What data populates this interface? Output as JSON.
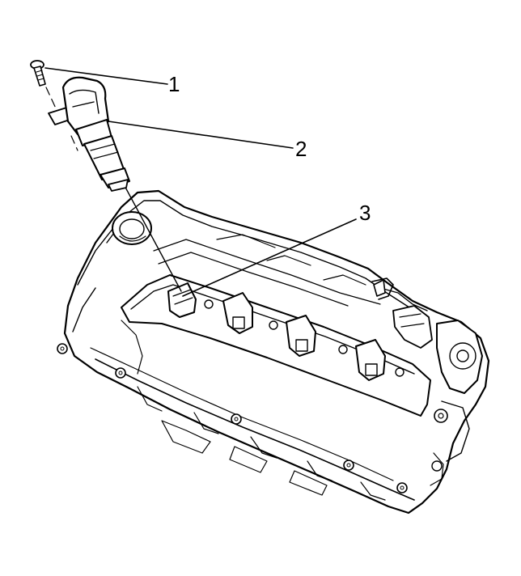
{
  "callouts": [
    {
      "number": "1",
      "part": "bolt"
    },
    {
      "number": "2",
      "part": "ignition-coil"
    },
    {
      "number": "3",
      "part": "coil-connector"
    }
  ],
  "colors": {
    "ink": "#000000",
    "paper": "#ffffff"
  }
}
